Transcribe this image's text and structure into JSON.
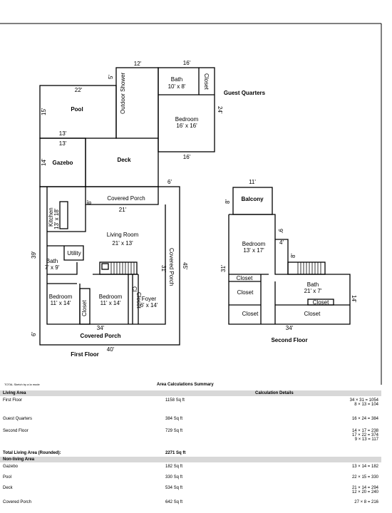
{
  "first_floor": {
    "title": "First Floor",
    "rooms": {
      "pool": "Pool",
      "outdoor_shower": "Outdoor Shower",
      "gazebo": "Gazebo",
      "deck": "Deck",
      "covered_porch_top": "Covered Porch",
      "kitchen": "Kitchen",
      "kitchen_size": "13' x 18'",
      "living_room": "Living Room",
      "living_room_size": "21' x 13'",
      "utility": "Utility",
      "bath": "Bath",
      "bath_size": "7' x 9'",
      "covered_porch_side": "Covered Porch",
      "bedroom_a": "Bedroom",
      "bedroom_a_size": "11' x 14'",
      "closet_a": "Closet",
      "bedroom_b": "Bedroom",
      "bedroom_b_size": "11' x 14'",
      "cl": "Cl",
      "closet_b": "Closet",
      "foyer": "Foyer",
      "foyer_size": "6' x 14'",
      "covered_porch_bottom": "Covered Porch"
    },
    "dims": {
      "pool_top": "22'",
      "pool_left": "15'",
      "pool_bottom": "13'",
      "gazebo_top": "13'",
      "gazebo_left": "14'",
      "shower_top": "12'",
      "shower_left": "5'",
      "deck_right": "6'",
      "porch_left": "8'",
      "porch_21": "21'",
      "left_39": "39'",
      "right_45": "45'",
      "right_31": "31'",
      "bottom_34": "34'",
      "bottom_6": "6'",
      "bottom_40": "40'"
    }
  },
  "guest_quarters": {
    "title": "Guest Quarters",
    "rooms": {
      "bath": "Bath",
      "bath_size": "10' x 8'",
      "closet": "Closet",
      "bedroom": "Bedroom",
      "bedroom_size": "16' x 16'"
    },
    "dims": {
      "top": "16'",
      "right": "24'",
      "bottom": "16'"
    }
  },
  "second_floor": {
    "title": "Second Floor",
    "rooms": {
      "balcony": "Balcony",
      "bedroom": "Bedroom",
      "bedroom_size": "13' x 17'",
      "closet_1": "Closet",
      "closet_2": "Closet",
      "closet_3": "Closet",
      "closet_4": "Closet",
      "closet_5": "Closet",
      "bath": "Bath",
      "bath_size": "21' x 7'"
    },
    "dims": {
      "balcony_top": "11'",
      "balcony_left": "8'",
      "nine": "9'",
      "four": "4'",
      "eight": "8'",
      "left_31": "31'",
      "right_14": "14'",
      "bottom_34": "34'"
    }
  },
  "footer": {
    "sketch_note": "TOTAL Sketch by a la mode",
    "summary_title": "Area Calculations Summary",
    "headers": {
      "living": "Living Area",
      "details": "Calculation Details"
    },
    "living_rows": [
      {
        "name": "First Floor",
        "area": "1158 Sq ft",
        "calcs": [
          "34 × 31 = 1054",
          "8 × 13 = 104"
        ]
      },
      {
        "name": "Guest Quarters",
        "area": "384 Sq ft",
        "calcs": [
          "16 × 24 = 384"
        ]
      },
      {
        "name": "Second Floor",
        "area": "729 Sq ft",
        "calcs": [
          "14 × 17 = 238",
          "17 × 22 = 374",
          "9 × 13 = 117"
        ]
      }
    ],
    "total_label": "Total Living Area (Rounded):",
    "total_value": "2271 Sq ft",
    "nonliving_header": "Non-living Area",
    "nonliving_rows": [
      {
        "name": "Gazebo",
        "area": "182 Sq ft",
        "calcs": [
          "13 × 14 = 182"
        ]
      },
      {
        "name": "Pool",
        "area": "330 Sq ft",
        "calcs": [
          "22 × 15 = 330"
        ]
      },
      {
        "name": "Deck",
        "area": "534 Sq ft",
        "calcs": [
          "21 × 14 = 294",
          "12 × 20 = 240"
        ]
      },
      {
        "name": "Covered Porch",
        "area": "642 Sq ft",
        "calcs": [
          "27 × 8 = 216"
        ]
      }
    ]
  }
}
